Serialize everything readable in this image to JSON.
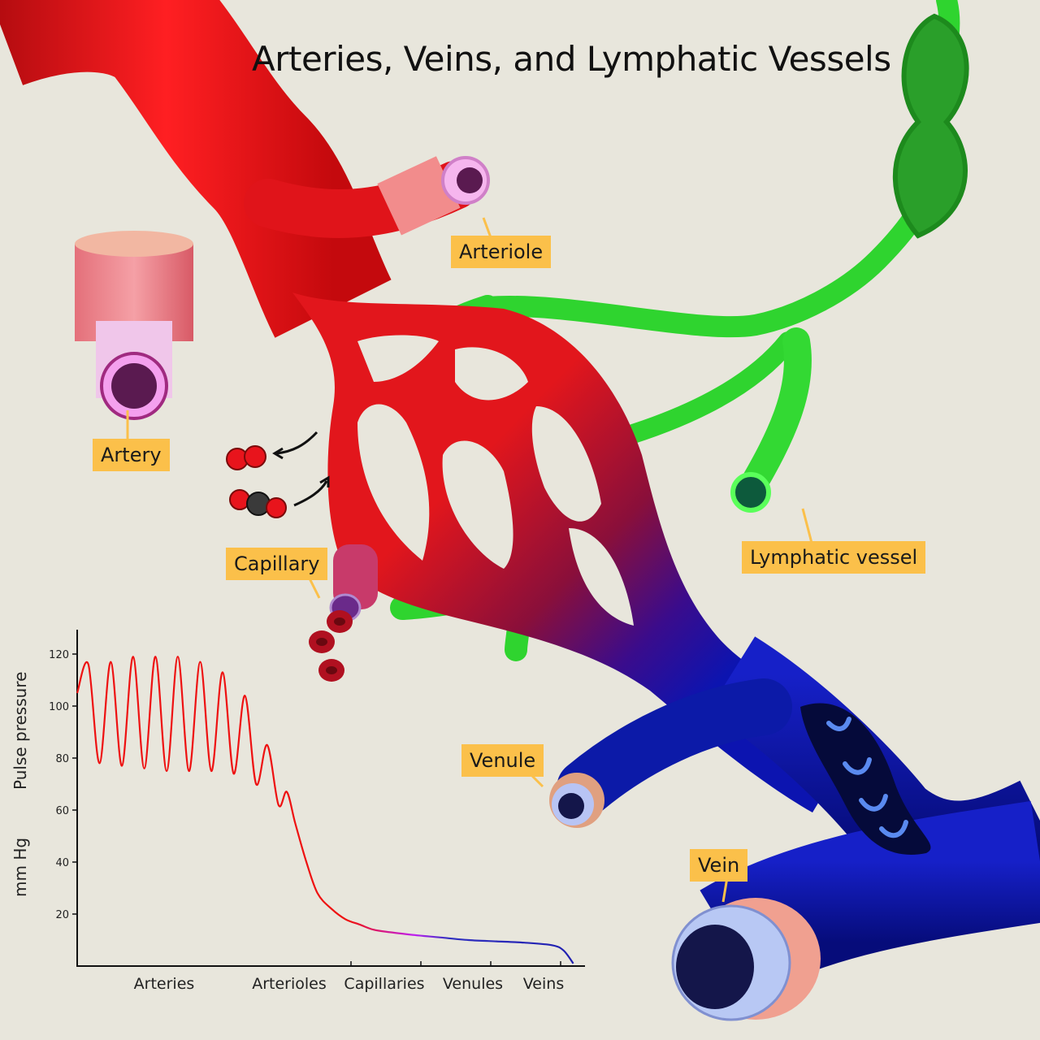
{
  "title": "Arteries, Veins, and Lymphatic Vessels",
  "labels": {
    "arteriole": "Arteriole",
    "artery": "Artery",
    "capillary": "Capillary",
    "lymphatic_vessel": "Lymphatic vessel",
    "venule": "Venule",
    "vein": "Vein"
  },
  "colors": {
    "background": "#e8e6dc",
    "artery": "#e0141a",
    "vein": "#0a14a8",
    "lymph": "#2fd42f",
    "callout": "#fbc04a"
  },
  "chart_data": {
    "type": "line",
    "ylabel_top": "Pulse pressure",
    "ylabel_bottom": "mm Hg",
    "yticks": [
      20,
      40,
      60,
      80,
      100,
      120
    ],
    "ylim": [
      0,
      125
    ],
    "categories": [
      "Arteries",
      "Arterioles",
      "Capillaries",
      "Venules",
      "Veins"
    ],
    "series": [
      {
        "points": [
          [
            0,
            105
          ],
          [
            0.08,
            116
          ],
          [
            0.16,
            78
          ],
          [
            0.24,
            117
          ],
          [
            0.32,
            77
          ],
          [
            0.4,
            119
          ],
          [
            0.48,
            76
          ],
          [
            0.56,
            119
          ],
          [
            0.64,
            75
          ],
          [
            0.72,
            119
          ],
          [
            0.8,
            75
          ],
          [
            0.88,
            117
          ],
          [
            0.96,
            75
          ],
          [
            1.04,
            113
          ],
          [
            1.12,
            74
          ],
          [
            1.2,
            104
          ],
          [
            1.28,
            70
          ],
          [
            1.36,
            85
          ],
          [
            1.44,
            62
          ],
          [
            1.5,
            67
          ],
          [
            1.56,
            55
          ],
          [
            1.64,
            40
          ],
          [
            1.72,
            28
          ],
          [
            1.82,
            22
          ],
          [
            1.92,
            18
          ],
          [
            2.02,
            16
          ],
          [
            2.12,
            14
          ],
          [
            2.24,
            13
          ],
          [
            2.4,
            12
          ],
          [
            2.6,
            11
          ],
          [
            2.8,
            10
          ],
          [
            3.0,
            9.5
          ],
          [
            3.2,
            9
          ],
          [
            3.4,
            8
          ],
          [
            3.48,
            6
          ],
          [
            3.55,
            1
          ]
        ]
      }
    ]
  }
}
